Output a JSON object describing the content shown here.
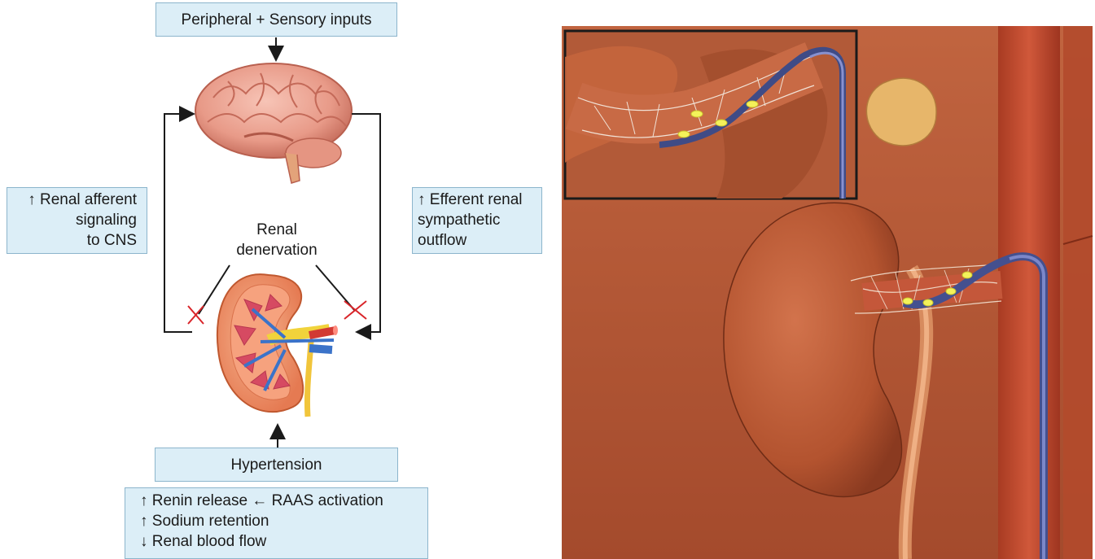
{
  "diagram": {
    "top_box": "Peripheral + Sensory inputs",
    "left_box": [
      "↑ Renal afferent",
      "signaling",
      "to CNS"
    ],
    "right_box": [
      "↑ Efferent renal",
      "sympathetic",
      "outflow"
    ],
    "center_label": [
      "Renal",
      "denervation"
    ],
    "hypertension_box": "Hypertension",
    "bottom_box": [
      "↑ Renin release ← RAAS activation",
      "↑ Sodium retention",
      "↓ Renal blood flow"
    ],
    "colors": {
      "box_fill": "#dceef7",
      "box_border": "#8cb5cc",
      "arrow": "#1a1a1a",
      "cross": "#d9252a"
    }
  },
  "illustration": {
    "subject": "kidney with renal artery ablation catheter and magnified inset",
    "icons": [
      "brain-icon",
      "kidney-cross-section-icon",
      "catheter-inset"
    ]
  }
}
